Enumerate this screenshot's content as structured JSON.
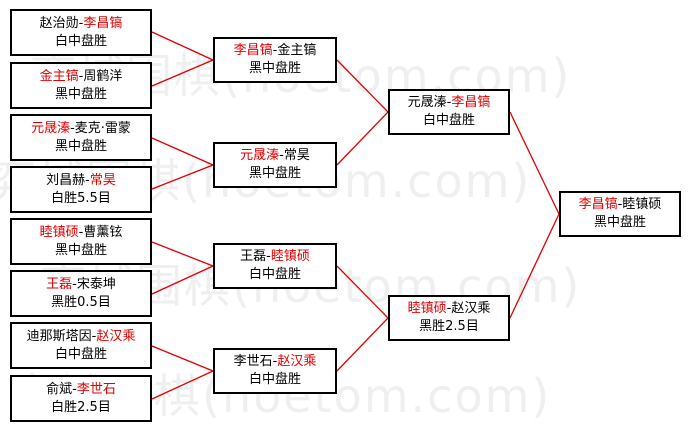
{
  "watermark": "弈城围棋(hoetom.com)",
  "round1": [
    {
      "player1": "赵治勋",
      "player2": "李昌镐",
      "winner_side": 2,
      "result": "白中盘胜"
    },
    {
      "player1": "金主镐",
      "player2": "周鹤洋",
      "winner_side": 1,
      "result": "黑中盘胜"
    },
    {
      "player1": "元晟溱",
      "player2": "麦克·雷蒙",
      "winner_side": 1,
      "result": "黑中盘胜"
    },
    {
      "player1": "刘昌赫",
      "player2": "常昊",
      "winner_side": 2,
      "result": "白胜5.5目"
    },
    {
      "player1": "睦镇硕",
      "player2": "曹薰铉",
      "winner_side": 1,
      "result": "黑中盘胜"
    },
    {
      "player1": "王磊",
      "player2": "宋泰坤",
      "winner_side": 1,
      "result": "黑胜0.5目"
    },
    {
      "player1": "迪那斯塔因",
      "player2": "赵汉乘",
      "winner_side": 2,
      "result": "白中盘胜"
    },
    {
      "player1": "俞斌",
      "player2": "李世石",
      "winner_side": 2,
      "result": "白胜2.5目"
    }
  ],
  "round2": [
    {
      "player1": "李昌镐",
      "player2": "金主镐",
      "winner_side": 1,
      "result": "黑中盘胜"
    },
    {
      "player1": "元晟溱",
      "player2": "常昊",
      "winner_side": 1,
      "result": "黑中盘胜"
    },
    {
      "player1": "王磊",
      "player2": "睦镇硕",
      "winner_side": 2,
      "result": "白中盘胜"
    },
    {
      "player1": "李世石",
      "player2": "赵汉乘",
      "winner_side": 2,
      "result": "白中盘胜"
    }
  ],
  "round3": [
    {
      "player1": "元晟溱",
      "player2": "李昌镐",
      "winner_side": 2,
      "result": "白中盘胜"
    },
    {
      "player1": "睦镇硕",
      "player2": "赵汉乘",
      "winner_side": 1,
      "result": "黑胜2.5目"
    }
  ],
  "final": [
    {
      "player1": "李昌镐",
      "player2": "睦镇硕",
      "winner_side": 1,
      "result": "黑中盘胜"
    }
  ],
  "colors": {
    "winner": "#e00000",
    "line": "#e00000",
    "border": "#000000",
    "watermark": "#efefef"
  }
}
